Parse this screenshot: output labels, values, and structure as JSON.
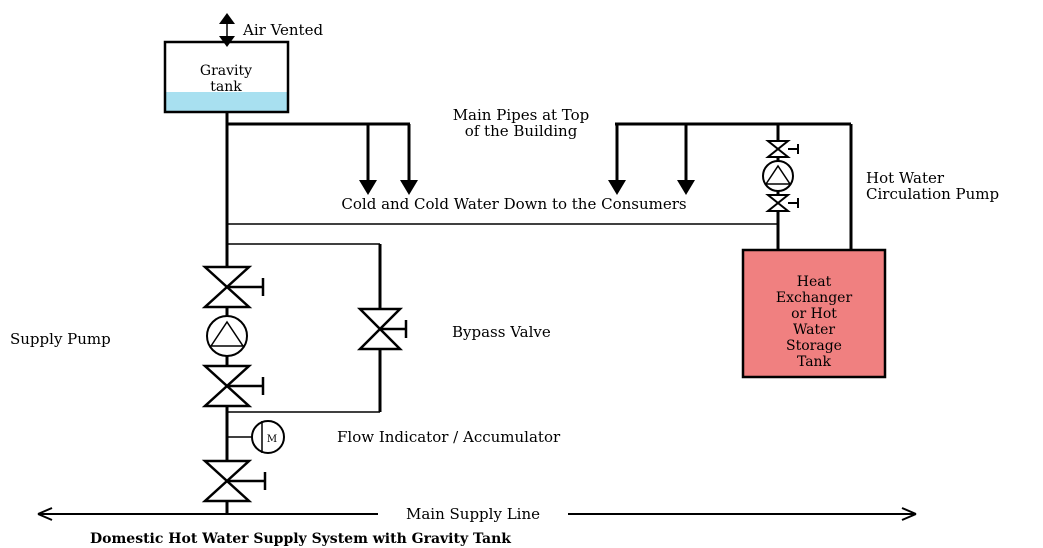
{
  "labels": {
    "air_vented": "Air Vented",
    "gravity_tank_line1": "Gravity",
    "gravity_tank_line2": "tank",
    "main_pipes_line1": "Main Pipes at Top",
    "main_pipes_line2": "of the Building",
    "consumers": "Cold and Cold Water Down to the Consumers",
    "hot_water_pump_line1": "Hot Water",
    "hot_water_pump_line2": "Circulation Pump",
    "heat_exchanger_lines": [
      "Heat",
      "Exchanger",
      "or Hot",
      "Water",
      "Storage",
      "Tank"
    ],
    "supply_pump": "Supply Pump",
    "bypass_valve": "Bypass Valve",
    "flow_indicator": "Flow Indicator / Accumulator",
    "flow_indicator_symbol": "M",
    "main_supply_line": "Main Supply Line",
    "title": "Domestic Hot Water Supply System with Gravity Tank"
  },
  "colors": {
    "tank_water": "#A8E0F0",
    "heat_exchanger": "#F08080"
  }
}
